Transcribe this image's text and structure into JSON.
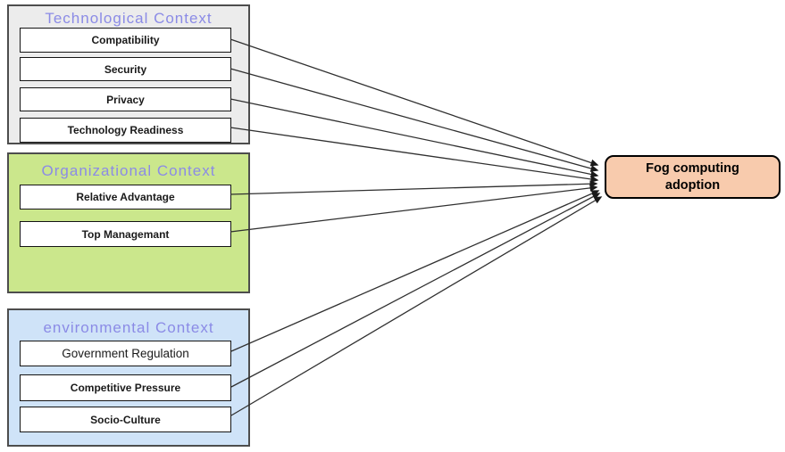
{
  "diagram": {
    "groups": [
      {
        "id": "technological",
        "title": "Technological Context",
        "items": [
          "Compatibility",
          "Security",
          "Privacy",
          "Technology Readiness"
        ]
      },
      {
        "id": "organizational",
        "title": "Organizational Context",
        "items": [
          "Relative Advantage",
          "Top Managemant"
        ]
      },
      {
        "id": "environmental",
        "title": "environmental Context",
        "items": [
          "Government Regulation",
          "Competitive Pressure",
          "Socio-Culture"
        ]
      }
    ],
    "target": {
      "label": "Fog computing adoption"
    },
    "arrows": [
      {
        "from": "Compatibility",
        "to": "Fog computing adoption"
      },
      {
        "from": "Security",
        "to": "Fog computing adoption"
      },
      {
        "from": "Privacy",
        "to": "Fog computing adoption"
      },
      {
        "from": "Technology Readiness",
        "to": "Fog computing adoption"
      },
      {
        "from": "Relative Advantage",
        "to": "Fog computing adoption"
      },
      {
        "from": "Top Managemant",
        "to": "Fog computing adoption"
      },
      {
        "from": "Government Regulation",
        "to": "Fog computing adoption"
      },
      {
        "from": "Competitive Pressure",
        "to": "Fog computing adoption"
      },
      {
        "from": "Socio-Culture",
        "to": "Fog computing adoption"
      }
    ],
    "colors": {
      "technological_fill": "#ececec",
      "organizational_fill": "#cbe78c",
      "environmental_fill": "#cfe3f8",
      "group_border": "#4d4d4d",
      "title_text": "#8b8be6",
      "item_fill": "#ffffff",
      "item_border": "#141414",
      "target_fill": "#f8cbad",
      "target_border": "#000000",
      "arrow": "#303030"
    }
  }
}
